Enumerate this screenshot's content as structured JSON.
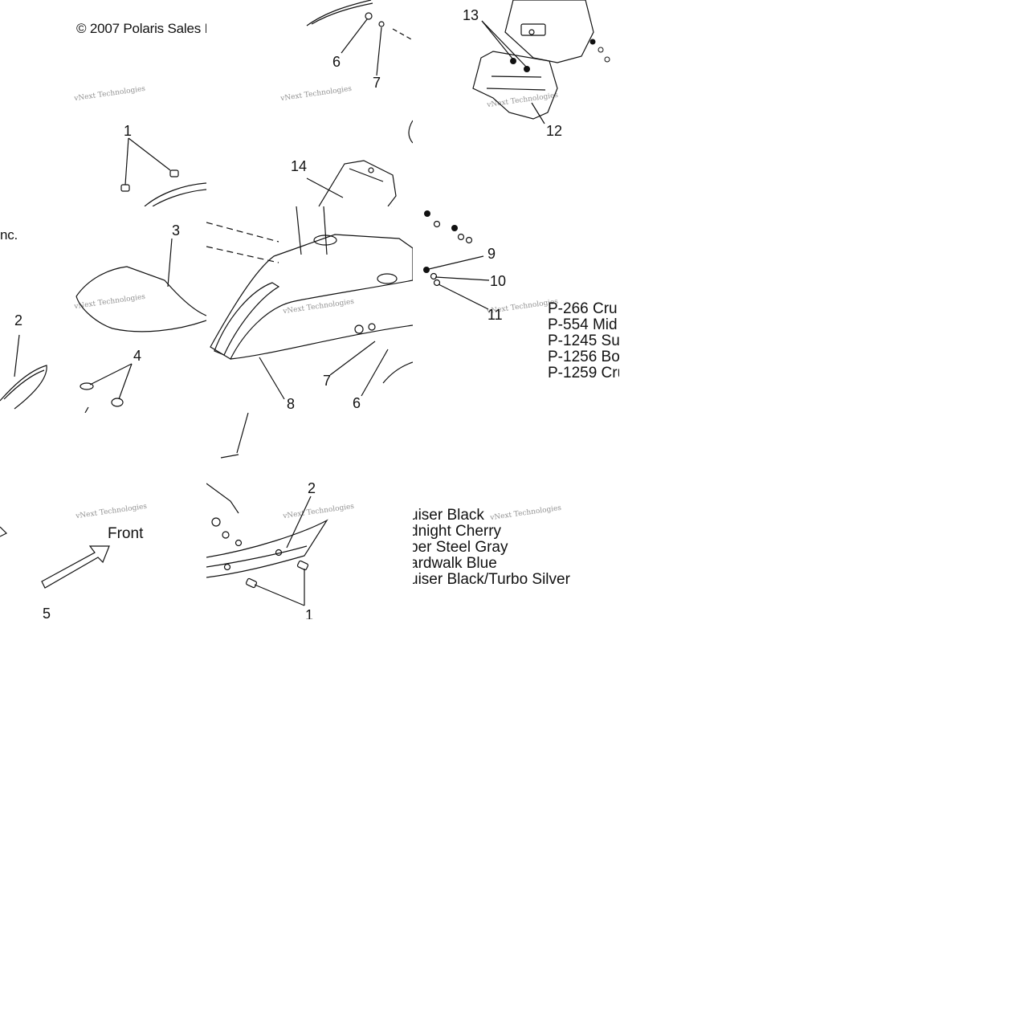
{
  "copyright": {
    "part1": "© 2007 Polaris Sales I",
    "part2": "nc."
  },
  "watermark": "vNext Technologies",
  "callouts": {
    "c1a": "1",
    "c1b": "1",
    "c2a": "2",
    "c2b": "2",
    "c3": "3",
    "c4": "4",
    "c5": "5",
    "c6a": "6",
    "c6b": "6",
    "c7a": "7",
    "c7b": "7",
    "c8": "8",
    "c9": "9",
    "c10": "10",
    "c11": "11",
    "c12": "12",
    "c13": "13",
    "c14": "14"
  },
  "front_label": "Front",
  "legend": {
    "codes": [
      "P-266  Cru",
      "P-554  Mid",
      "P-1245 Su",
      "P-1256 Bo",
      "P-1259 Cru"
    ],
    "names": [
      "uiser Black",
      "dnight Cherry",
      "per Steel Gray",
      "ardwalk Blue",
      "uiser Black/Turbo Silver"
    ]
  },
  "colors": {
    "line": "#111111",
    "background": "#ffffff",
    "watermark": "#777777"
  }
}
